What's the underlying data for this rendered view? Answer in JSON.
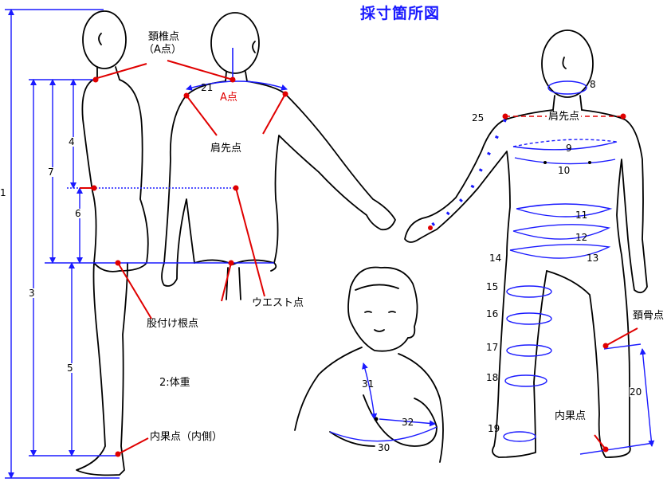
{
  "title": "採寸箇所図",
  "labels": {
    "keitsui": "頚椎点",
    "a_point_paren": "（A点）",
    "a_point": "A点",
    "katasaki_back": "肩先点",
    "katasaki_front": "肩先点",
    "waist": "ウエスト点",
    "matatsuke": "股付け根点",
    "taiju": "2:体重",
    "naika_left": "内果点（内側）",
    "naika_right": "内果点",
    "keikotsu": "頚骨点"
  },
  "numbers": {
    "n1": "1",
    "n3": "3",
    "n4": "4",
    "n5": "5",
    "n6": "6",
    "n7": "7",
    "n8": "8",
    "n9": "9",
    "n10": "10",
    "n11": "11",
    "n12": "12",
    "n13": "13",
    "n14": "14",
    "n15": "15",
    "n16": "16",
    "n17": "17",
    "n18": "18",
    "n19": "19",
    "n20": "20",
    "n21": "21",
    "n25": "25",
    "n30": "30",
    "n31": "31",
    "n32": "32"
  },
  "colors": {
    "measure": "#1a1aff",
    "point": "#e00000",
    "outline": "#000000"
  }
}
